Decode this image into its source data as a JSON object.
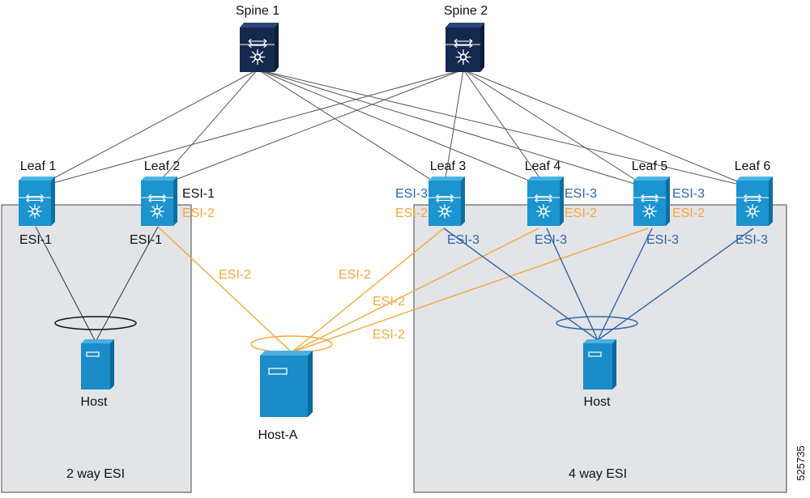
{
  "colors": {
    "orange": "#f2a93b",
    "blue": "#2f64a7",
    "device_dark": "#15294f",
    "device_leaf": "#1b94cf",
    "host": "#1a8cc8",
    "region_fill": "#e3e4e7",
    "gray_line": "#5a5a5a"
  },
  "spines": [
    {
      "id": "spine1",
      "label": "Spine 1"
    },
    {
      "id": "spine2",
      "label": "Spine 2"
    }
  ],
  "leaves": [
    {
      "id": "leaf1",
      "label": "Leaf 1"
    },
    {
      "id": "leaf2",
      "label": "Leaf 2"
    },
    {
      "id": "leaf3",
      "label": "Leaf 3"
    },
    {
      "id": "leaf4",
      "label": "Leaf 4"
    },
    {
      "id": "leaf5",
      "label": "Leaf 5"
    },
    {
      "id": "leaf6",
      "label": "Leaf 6"
    }
  ],
  "esi_labels": {
    "leaf2_side_esi1": "ESI-1",
    "leaf2_side_esi2": "ESI-2",
    "leaf1_below": "ESI-1",
    "leaf2_below": "ESI-1",
    "leaf3_side_esi3": "ESI-3",
    "leaf3_side_esi2": "ESI-2",
    "leaf4_side_esi3": "ESI-3",
    "leaf4_side_esi2": "ESI-2",
    "leaf5_side_esi3": "ESI-3",
    "leaf5_side_esi2": "ESI-2",
    "leaf3_below": "ESI-3",
    "leaf4_below": "ESI-3",
    "leaf5_below": "ESI-3",
    "leaf6_below": "ESI-3",
    "link_esi2_a": "ESI-2",
    "link_esi2_b": "ESI-2",
    "link_esi2_c": "ESI-2",
    "link_esi2_d": "ESI-2"
  },
  "hosts": {
    "left": "Host",
    "middle": "Host-A",
    "right": "Host"
  },
  "regions": {
    "left": "2 way ESI",
    "right": "4 way ESI"
  },
  "figure_id": "525735"
}
